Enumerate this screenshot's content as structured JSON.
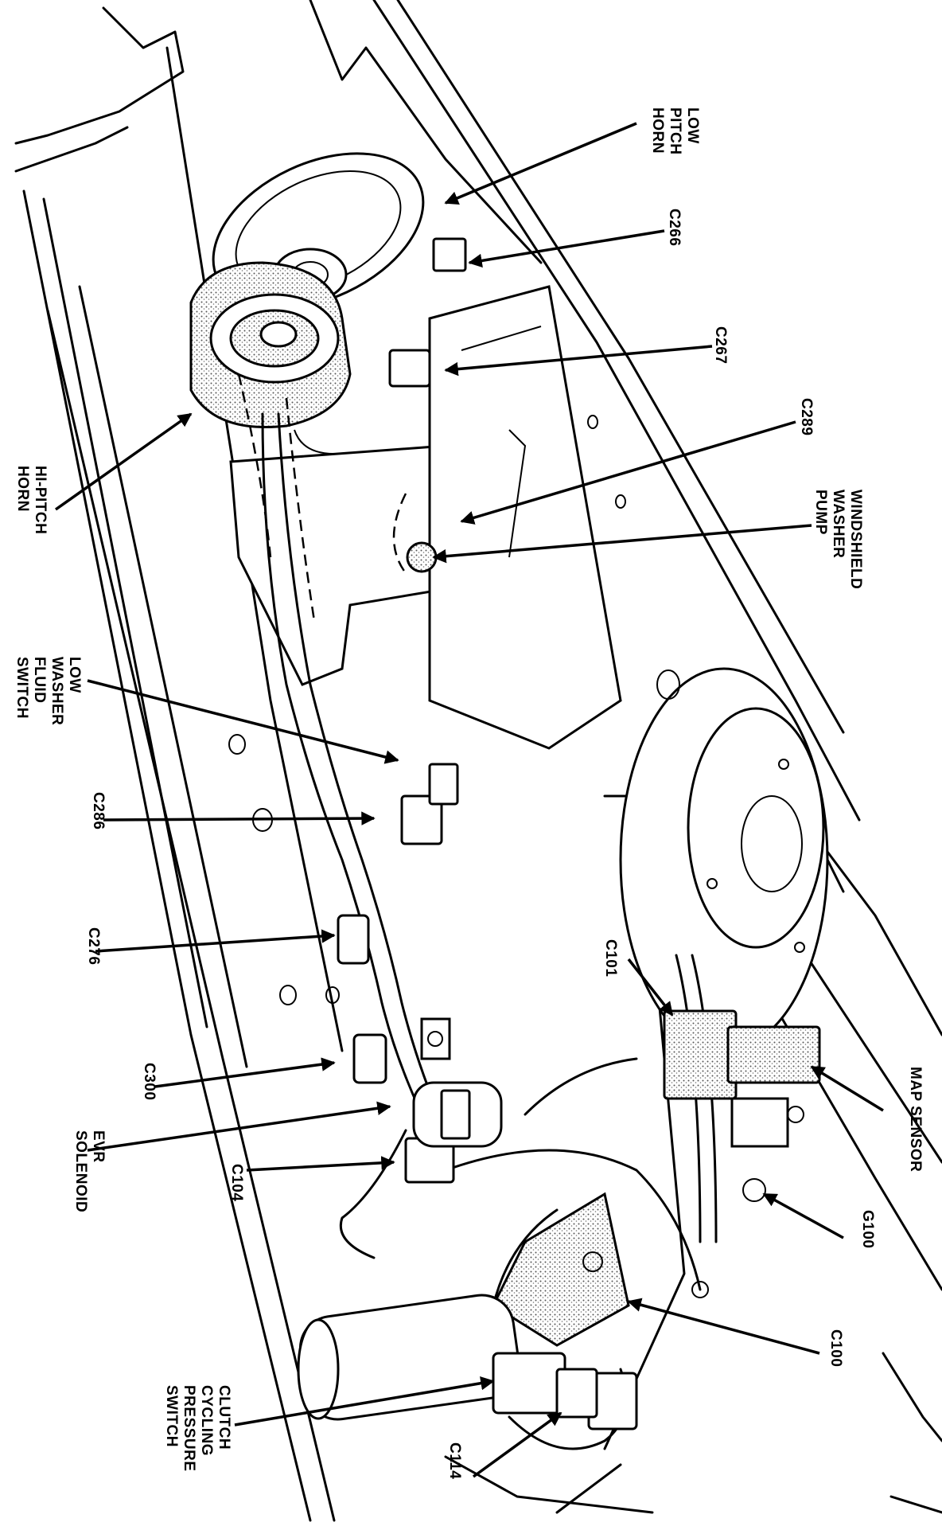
{
  "callouts": [
    {
      "id": "low-pitch-horn",
      "lines": [
        "LOW",
        "PITCH",
        "HORN"
      ]
    },
    {
      "id": "c266",
      "lines": [
        "C266"
      ]
    },
    {
      "id": "c267",
      "lines": [
        "C267"
      ]
    },
    {
      "id": "c289",
      "lines": [
        "C289"
      ]
    },
    {
      "id": "windshield-washer-pump",
      "lines": [
        "WINDSHIELD",
        "WASHER",
        "PUMP"
      ]
    },
    {
      "id": "hi-pitch-horn",
      "lines": [
        "HI-PITCH",
        "HORN"
      ]
    },
    {
      "id": "low-washer-fluid-switch",
      "lines": [
        "LOW",
        "WASHER",
        "FLUID",
        "SWITCH"
      ]
    },
    {
      "id": "c286",
      "lines": [
        "C286"
      ]
    },
    {
      "id": "c276",
      "lines": [
        "C276"
      ]
    },
    {
      "id": "c101",
      "lines": [
        "C101"
      ]
    },
    {
      "id": "map-sensor",
      "lines": [
        "MAP SENSOR"
      ]
    },
    {
      "id": "c300",
      "lines": [
        "C300"
      ]
    },
    {
      "id": "evr-solenoid",
      "lines": [
        "EVR",
        "SOLENOID"
      ]
    },
    {
      "id": "c104",
      "lines": [
        "C104"
      ]
    },
    {
      "id": "g100",
      "lines": [
        "G100"
      ]
    },
    {
      "id": "c100",
      "lines": [
        "C100"
      ]
    },
    {
      "id": "clutch-cycling-pressure-switch",
      "lines": [
        "CLUTCH",
        "CYCLING",
        "PRESSURE",
        "SWITCH"
      ]
    },
    {
      "id": "c114",
      "lines": [
        "C114"
      ]
    }
  ]
}
